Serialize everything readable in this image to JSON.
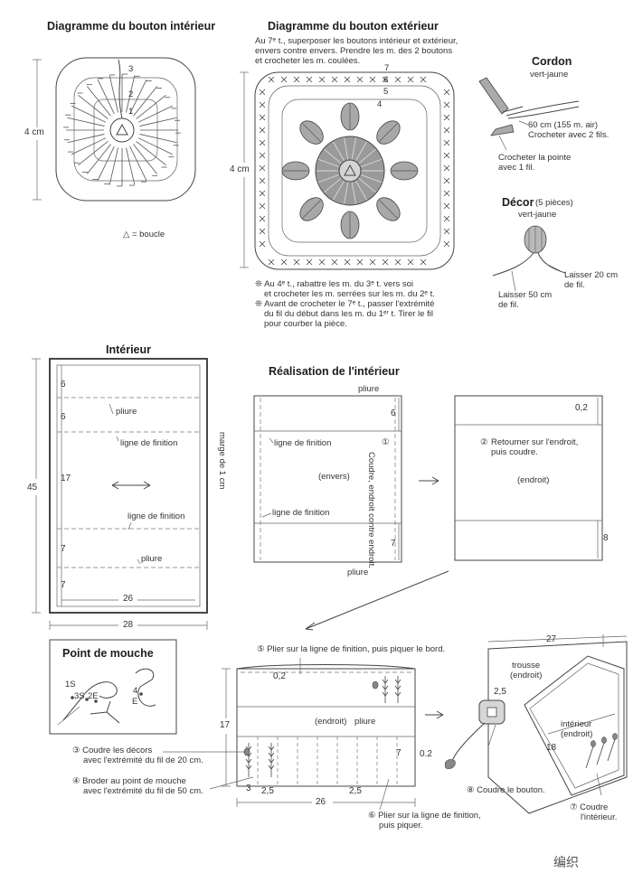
{
  "inner_button": {
    "title": "Diagramme du bouton intérieur",
    "size": "4 cm",
    "rows": [
      "3",
      "2",
      "1"
    ],
    "legend": "△ = boucle"
  },
  "outer_button": {
    "title": "Diagramme du bouton extérieur",
    "note_top": [
      "Au 7ᵉ t., superposer les boutons intérieur et extérieur,",
      "envers contre envers. Prendre les m. des 2 boutons",
      "et crocheter les m. coulées."
    ],
    "size": "4 cm",
    "rows": [
      "7",
      "6",
      "5",
      "4"
    ],
    "notes_bottom": [
      "❊ Au 4ᵉ t., rabattre les m. du 3ᵉ t. vers soi",
      "et crocheter les m. serrées sur les m. du 2ᵉ t.",
      "❊ Avant de crocheter le 7ᵉ t., passer l'extrémité",
      "du fil du début dans les m. du 1ᵉʳ t. Tirer le fil",
      "pour courber la pièce."
    ]
  },
  "cordon": {
    "title": "Cordon",
    "color": "vert-jaune",
    "length": "60 cm (155 m. air)",
    "instr1": "Crocheter avec 2 fils.",
    "instr2a": "Crocheter la pointe",
    "instr2b": "avec 1 fil."
  },
  "decor": {
    "title": "Décor",
    "count": "(5 pièces)",
    "color": "vert-jaune",
    "leave20a": "Laisser 20 cm",
    "leave20b": "de fil.",
    "leave50a": "Laisser 50 cm",
    "leave50b": "de fil."
  },
  "interieur": {
    "title": "Intérieur",
    "pliure": "pliure",
    "finition": "ligne de finition",
    "marge": "marge de 1 cm",
    "height": "45",
    "width": "28",
    "inner_width": "26",
    "d6a": "6",
    "d6b": "6",
    "d17": "17",
    "d7a": "7",
    "d7b": "7"
  },
  "realisation": {
    "title": "Réalisation de l'intérieur",
    "pliure": "pliure",
    "finition": "ligne de finition",
    "envers": "(envers)",
    "endroit": "(endroit)",
    "step1": "Coudre, endroit contre endroit.",
    "step2a": "Retourner sur l'endroit,",
    "step2b": "puis coudre.",
    "n1": "①",
    "n2": "②",
    "d6": "6",
    "d7": "7",
    "d02": "0,2",
    "d8": "8"
  },
  "mouche": {
    "title": "Point de mouche",
    "labels": [
      "1S",
      "3S",
      "2E",
      "4",
      "E"
    ]
  },
  "assembly": {
    "step5": "⑤ Plier sur la ligne de finition, puis piquer le bord.",
    "step3a": "③ Coudre les décors",
    "step3b": "avec l'extrémité du fil de 20 cm.",
    "step4a": "④ Broder au point de mouche",
    "step4b": "avec l'extrémité du fil de 50 cm.",
    "step6a": "⑥ Plier sur la ligne de finition,",
    "step6b": "puis piquer.",
    "endroit": "(endroit)",
    "pliure": "pliure",
    "d02a": "0,2",
    "d17": "17",
    "d7": "7",
    "d02b": "0.2",
    "d3": "3",
    "d25a": "2,5",
    "d25b": "2,5",
    "d26": "26"
  },
  "final": {
    "d27": "27",
    "trousse": "trousse",
    "trousse_side": "(endroit)",
    "d25": "2,5",
    "interieur": "intérieur",
    "interieur_side": "(endroit)",
    "d18": "18",
    "step8": "⑧ Coudre le bouton.",
    "step7a": "⑦ Coudre",
    "step7b": "l'intérieur."
  },
  "watermark": "编织"
}
